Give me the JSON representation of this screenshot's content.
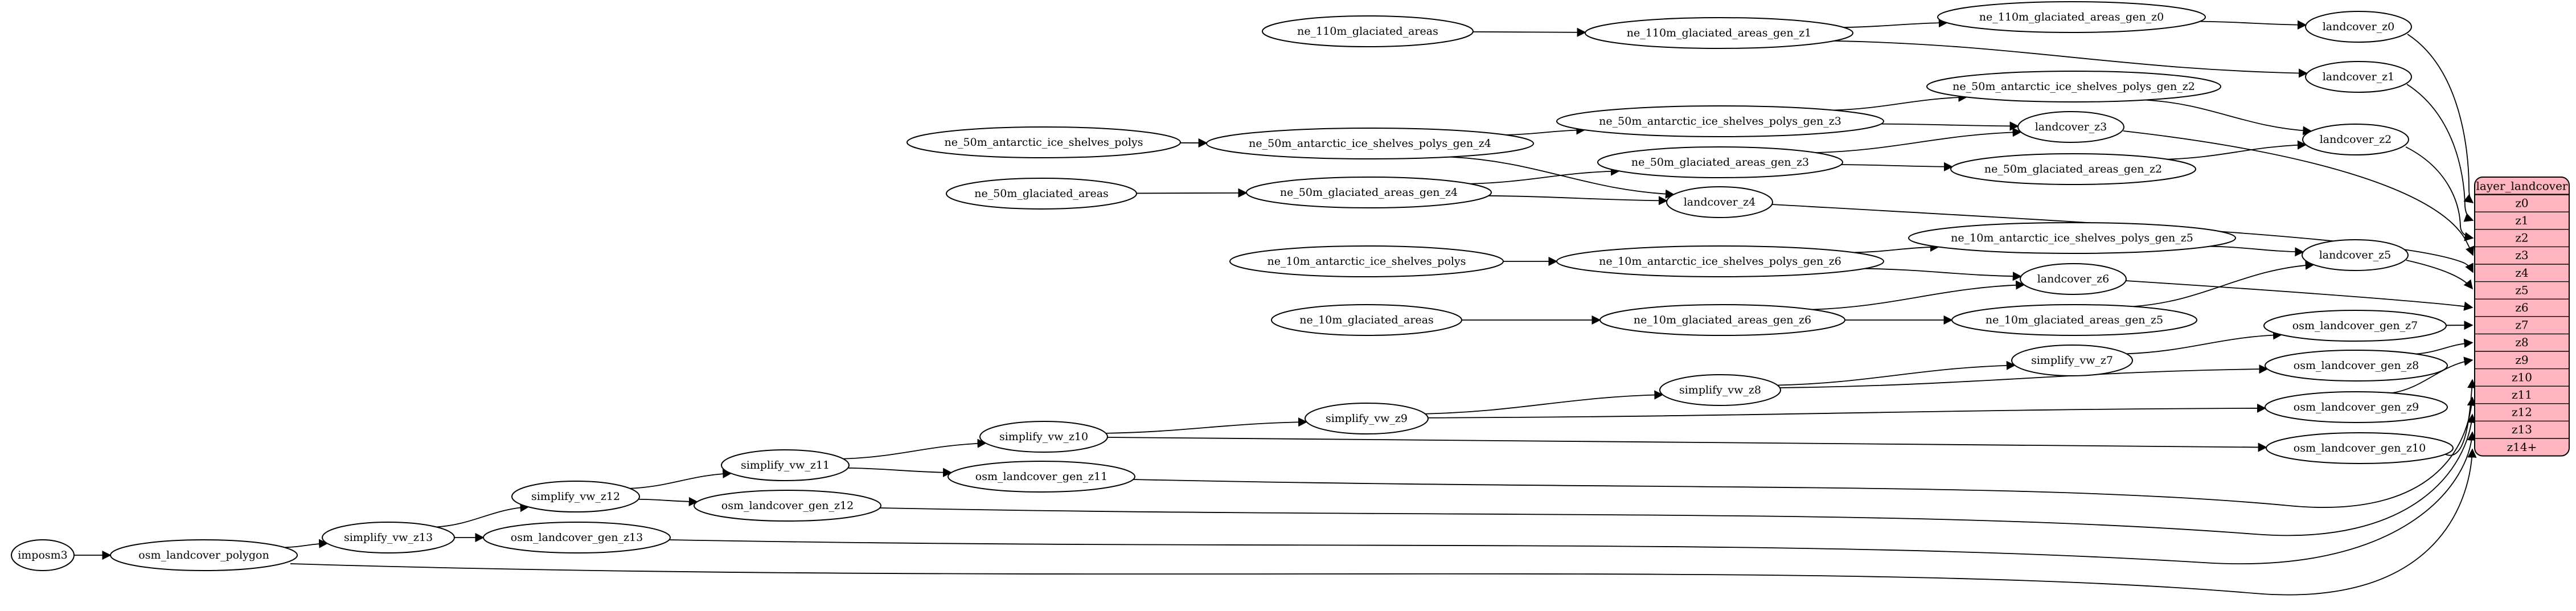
{
  "table": {
    "title": "layer_landcover",
    "rows": [
      "z0",
      "z1",
      "z2",
      "z3",
      "z4",
      "z5",
      "z6",
      "z7",
      "z8",
      "z9",
      "z10",
      "z11",
      "z12",
      "z13",
      "z14+"
    ]
  },
  "colors": {
    "table_fill": "#ffb6c1",
    "node_fill": "#ffffff",
    "stroke": "#000000"
  },
  "nodes": [
    {
      "id": "imposm3",
      "label": "imposm3"
    },
    {
      "id": "osm_landcover_polygon",
      "label": "osm_landcover_polygon"
    },
    {
      "id": "simplify_vw_z13",
      "label": "simplify_vw_z13"
    },
    {
      "id": "osm_landcover_gen_z13",
      "label": "osm_landcover_gen_z13"
    },
    {
      "id": "simplify_vw_z12",
      "label": "simplify_vw_z12"
    },
    {
      "id": "osm_landcover_gen_z12",
      "label": "osm_landcover_gen_z12"
    },
    {
      "id": "simplify_vw_z11",
      "label": "simplify_vw_z11"
    },
    {
      "id": "osm_landcover_gen_z11",
      "label": "osm_landcover_gen_z11"
    },
    {
      "id": "simplify_vw_z10",
      "label": "simplify_vw_z10"
    },
    {
      "id": "simplify_vw_z9",
      "label": "simplify_vw_z9"
    },
    {
      "id": "simplify_vw_z8",
      "label": "simplify_vw_z8"
    },
    {
      "id": "simplify_vw_z7",
      "label": "simplify_vw_z7"
    },
    {
      "id": "osm_landcover_gen_z10",
      "label": "osm_landcover_gen_z10"
    },
    {
      "id": "osm_landcover_gen_z9",
      "label": "osm_landcover_gen_z9"
    },
    {
      "id": "osm_landcover_gen_z8",
      "label": "osm_landcover_gen_z8"
    },
    {
      "id": "osm_landcover_gen_z7",
      "label": "osm_landcover_gen_z7"
    },
    {
      "id": "ne_110m_glaciated_areas",
      "label": "ne_110m_glaciated_areas"
    },
    {
      "id": "ne_110m_glaciated_areas_gen_z1",
      "label": "ne_110m_glaciated_areas_gen_z1"
    },
    {
      "id": "ne_110m_glaciated_areas_gen_z0",
      "label": "ne_110m_glaciated_areas_gen_z0"
    },
    {
      "id": "landcover_z0",
      "label": "landcover_z0"
    },
    {
      "id": "landcover_z1",
      "label": "landcover_z1"
    },
    {
      "id": "landcover_z2",
      "label": "landcover_z2"
    },
    {
      "id": "landcover_z3",
      "label": "landcover_z3"
    },
    {
      "id": "landcover_z4",
      "label": "landcover_z4"
    },
    {
      "id": "landcover_z5",
      "label": "landcover_z5"
    },
    {
      "id": "landcover_z6",
      "label": "landcover_z6"
    },
    {
      "id": "ne_50m_antarctic_ice_shelves_polys",
      "label": "ne_50m_antarctic_ice_shelves_polys"
    },
    {
      "id": "ne_50m_antarctic_ice_shelves_polys_gen_z4",
      "label": "ne_50m_antarctic_ice_shelves_polys_gen_z4"
    },
    {
      "id": "ne_50m_antarctic_ice_shelves_polys_gen_z3",
      "label": "ne_50m_antarctic_ice_shelves_polys_gen_z3"
    },
    {
      "id": "ne_50m_antarctic_ice_shelves_polys_gen_z2",
      "label": "ne_50m_antarctic_ice_shelves_polys_gen_z2"
    },
    {
      "id": "ne_50m_glaciated_areas",
      "label": "ne_50m_glaciated_areas"
    },
    {
      "id": "ne_50m_glaciated_areas_gen_z4",
      "label": "ne_50m_glaciated_areas_gen_z4"
    },
    {
      "id": "ne_50m_glaciated_areas_gen_z3",
      "label": "ne_50m_glaciated_areas_gen_z3"
    },
    {
      "id": "ne_50m_glaciated_areas_gen_z2",
      "label": "ne_50m_glaciated_areas_gen_z2"
    },
    {
      "id": "ne_10m_antarctic_ice_shelves_polys",
      "label": "ne_10m_antarctic_ice_shelves_polys"
    },
    {
      "id": "ne_10m_antarctic_ice_shelves_polys_gen_z6",
      "label": "ne_10m_antarctic_ice_shelves_polys_gen_z6"
    },
    {
      "id": "ne_10m_antarctic_ice_shelves_polys_gen_z5",
      "label": "ne_10m_antarctic_ice_shelves_polys_gen_z5"
    },
    {
      "id": "ne_10m_glaciated_areas",
      "label": "ne_10m_glaciated_areas"
    },
    {
      "id": "ne_10m_glaciated_areas_gen_z6",
      "label": "ne_10m_glaciated_areas_gen_z6"
    },
    {
      "id": "ne_10m_glaciated_areas_gen_z5",
      "label": "ne_10m_glaciated_areas_gen_z5"
    }
  ],
  "edges": [
    [
      "imposm3",
      "osm_landcover_polygon"
    ],
    [
      "osm_landcover_polygon",
      "simplify_vw_z13"
    ],
    [
      "osm_landcover_polygon",
      "table:z14+"
    ],
    [
      "simplify_vw_z13",
      "simplify_vw_z12"
    ],
    [
      "simplify_vw_z13",
      "osm_landcover_gen_z13"
    ],
    [
      "osm_landcover_gen_z13",
      "table:z13"
    ],
    [
      "simplify_vw_z12",
      "simplify_vw_z11"
    ],
    [
      "simplify_vw_z12",
      "osm_landcover_gen_z12"
    ],
    [
      "osm_landcover_gen_z12",
      "table:z12"
    ],
    [
      "simplify_vw_z11",
      "simplify_vw_z10"
    ],
    [
      "simplify_vw_z11",
      "osm_landcover_gen_z11"
    ],
    [
      "osm_landcover_gen_z11",
      "table:z11"
    ],
    [
      "simplify_vw_z10",
      "simplify_vw_z9"
    ],
    [
      "simplify_vw_z10",
      "osm_landcover_gen_z10"
    ],
    [
      "osm_landcover_gen_z10",
      "table:z10"
    ],
    [
      "simplify_vw_z9",
      "simplify_vw_z8"
    ],
    [
      "simplify_vw_z9",
      "osm_landcover_gen_z9"
    ],
    [
      "osm_landcover_gen_z9",
      "table:z9"
    ],
    [
      "simplify_vw_z8",
      "simplify_vw_z7"
    ],
    [
      "simplify_vw_z8",
      "osm_landcover_gen_z8"
    ],
    [
      "osm_landcover_gen_z8",
      "table:z8"
    ],
    [
      "simplify_vw_z7",
      "osm_landcover_gen_z7"
    ],
    [
      "osm_landcover_gen_z7",
      "table:z7"
    ],
    [
      "ne_110m_glaciated_areas",
      "ne_110m_glaciated_areas_gen_z1"
    ],
    [
      "ne_110m_glaciated_areas_gen_z1",
      "ne_110m_glaciated_areas_gen_z0"
    ],
    [
      "ne_110m_glaciated_areas_gen_z1",
      "landcover_z1"
    ],
    [
      "ne_110m_glaciated_areas_gen_z0",
      "landcover_z0"
    ],
    [
      "landcover_z0",
      "table:z0"
    ],
    [
      "landcover_z1",
      "table:z1"
    ],
    [
      "ne_50m_antarctic_ice_shelves_polys",
      "ne_50m_antarctic_ice_shelves_polys_gen_z4"
    ],
    [
      "ne_50m_antarctic_ice_shelves_polys_gen_z4",
      "ne_50m_antarctic_ice_shelves_polys_gen_z3"
    ],
    [
      "ne_50m_antarctic_ice_shelves_polys_gen_z3",
      "ne_50m_antarctic_ice_shelves_polys_gen_z2"
    ],
    [
      "ne_50m_antarctic_ice_shelves_polys_gen_z2",
      "landcover_z2"
    ],
    [
      "ne_50m_antarctic_ice_shelves_polys_gen_z3",
      "landcover_z3"
    ],
    [
      "ne_50m_antarctic_ice_shelves_polys_gen_z4",
      "landcover_z4"
    ],
    [
      "ne_50m_glaciated_areas",
      "ne_50m_glaciated_areas_gen_z4"
    ],
    [
      "ne_50m_glaciated_areas_gen_z4",
      "ne_50m_glaciated_areas_gen_z3"
    ],
    [
      "ne_50m_glaciated_areas_gen_z3",
      "ne_50m_glaciated_areas_gen_z2"
    ],
    [
      "ne_50m_glaciated_areas_gen_z2",
      "landcover_z2"
    ],
    [
      "ne_50m_glaciated_areas_gen_z3",
      "landcover_z3"
    ],
    [
      "ne_50m_glaciated_areas_gen_z4",
      "landcover_z4"
    ],
    [
      "landcover_z2",
      "table:z2"
    ],
    [
      "landcover_z3",
      "table:z3"
    ],
    [
      "landcover_z4",
      "table:z4"
    ],
    [
      "ne_10m_antarctic_ice_shelves_polys",
      "ne_10m_antarctic_ice_shelves_polys_gen_z6"
    ],
    [
      "ne_10m_antarctic_ice_shelves_polys_gen_z6",
      "ne_10m_antarctic_ice_shelves_polys_gen_z5"
    ],
    [
      "ne_10m_antarctic_ice_shelves_polys_gen_z5",
      "landcover_z5"
    ],
    [
      "ne_10m_antarctic_ice_shelves_polys_gen_z6",
      "landcover_z6"
    ],
    [
      "ne_10m_glaciated_areas",
      "ne_10m_glaciated_areas_gen_z6"
    ],
    [
      "ne_10m_glaciated_areas_gen_z6",
      "ne_10m_glaciated_areas_gen_z5"
    ],
    [
      "ne_10m_glaciated_areas_gen_z5",
      "landcover_z5"
    ],
    [
      "ne_10m_glaciated_areas_gen_z6",
      "landcover_z6"
    ],
    [
      "landcover_z5",
      "table:z5"
    ],
    [
      "landcover_z6",
      "table:z6"
    ]
  ]
}
